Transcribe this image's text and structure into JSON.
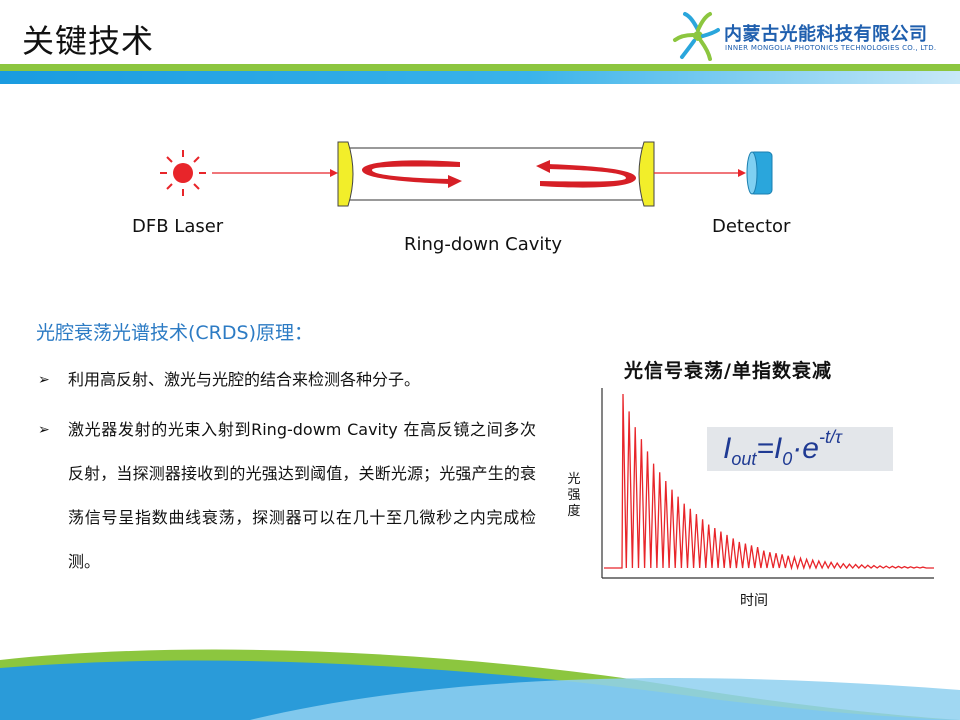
{
  "slide": {
    "title": "关键技术"
  },
  "logo": {
    "name_cn": "内蒙古光能科技有限公司",
    "name_en": "INNER MONGOLIA PHOTONICS TECHNOLOGIES CO., LTD."
  },
  "diagram": {
    "laser_label": "DFB Laser",
    "cavity_label": "Ring-down Cavity",
    "detector_label": "Detector"
  },
  "principle": {
    "heading": "光腔衰荡光谱技术(CRDS)原理：",
    "bullets": [
      "利用高反射、激光与光腔的结合来检测各种分子。",
      "激光器发射的光束入射到Ring-dowm Cavity 在高反镜之间多次反射，当探测器接收到的光强达到阈值，关断光源；光强产生的衰荡信号呈指数曲线衰荡，探测器可以在几十至几微秒之内完成检测。"
    ]
  },
  "chart_data": {
    "type": "line",
    "title": "光信号衰荡/单指数衰减",
    "xlabel": "时间",
    "ylabel": "光强度",
    "formula": {
      "I": "I",
      "out": "out",
      "equals": "=",
      "I0": "I",
      "zero": "0",
      "dot": "·",
      "e": "e",
      "exponent": "-t/τ"
    },
    "series": [
      {
        "pulses": 50,
        "peak_heights": [
          1.0,
          0.9,
          0.81,
          0.74,
          0.67,
          0.6,
          0.55,
          0.5,
          0.45,
          0.41,
          0.37,
          0.34,
          0.31,
          0.28,
          0.25,
          0.23,
          0.21,
          0.19,
          0.17,
          0.15,
          0.14,
          0.13,
          0.12,
          0.1,
          0.09,
          0.085,
          0.078,
          0.07,
          0.062,
          0.056,
          0.05,
          0.045,
          0.04,
          0.036,
          0.032,
          0.028,
          0.025,
          0.022,
          0.02,
          0.018,
          0.016,
          0.014,
          0.012,
          0.011,
          0.01,
          0.009,
          0.008,
          0.007,
          0.006,
          0.005
        ]
      }
    ],
    "grid": false,
    "colors": {
      "line": "#e8252a",
      "axis": "#333333"
    }
  },
  "colors": {
    "accent_blue": "#2c7bc4",
    "brand_green": "#8cc63f",
    "beam_red": "#e8252a",
    "mirror_yellow": "#f2ee2a",
    "detector_blue": "#2aa6dc"
  }
}
